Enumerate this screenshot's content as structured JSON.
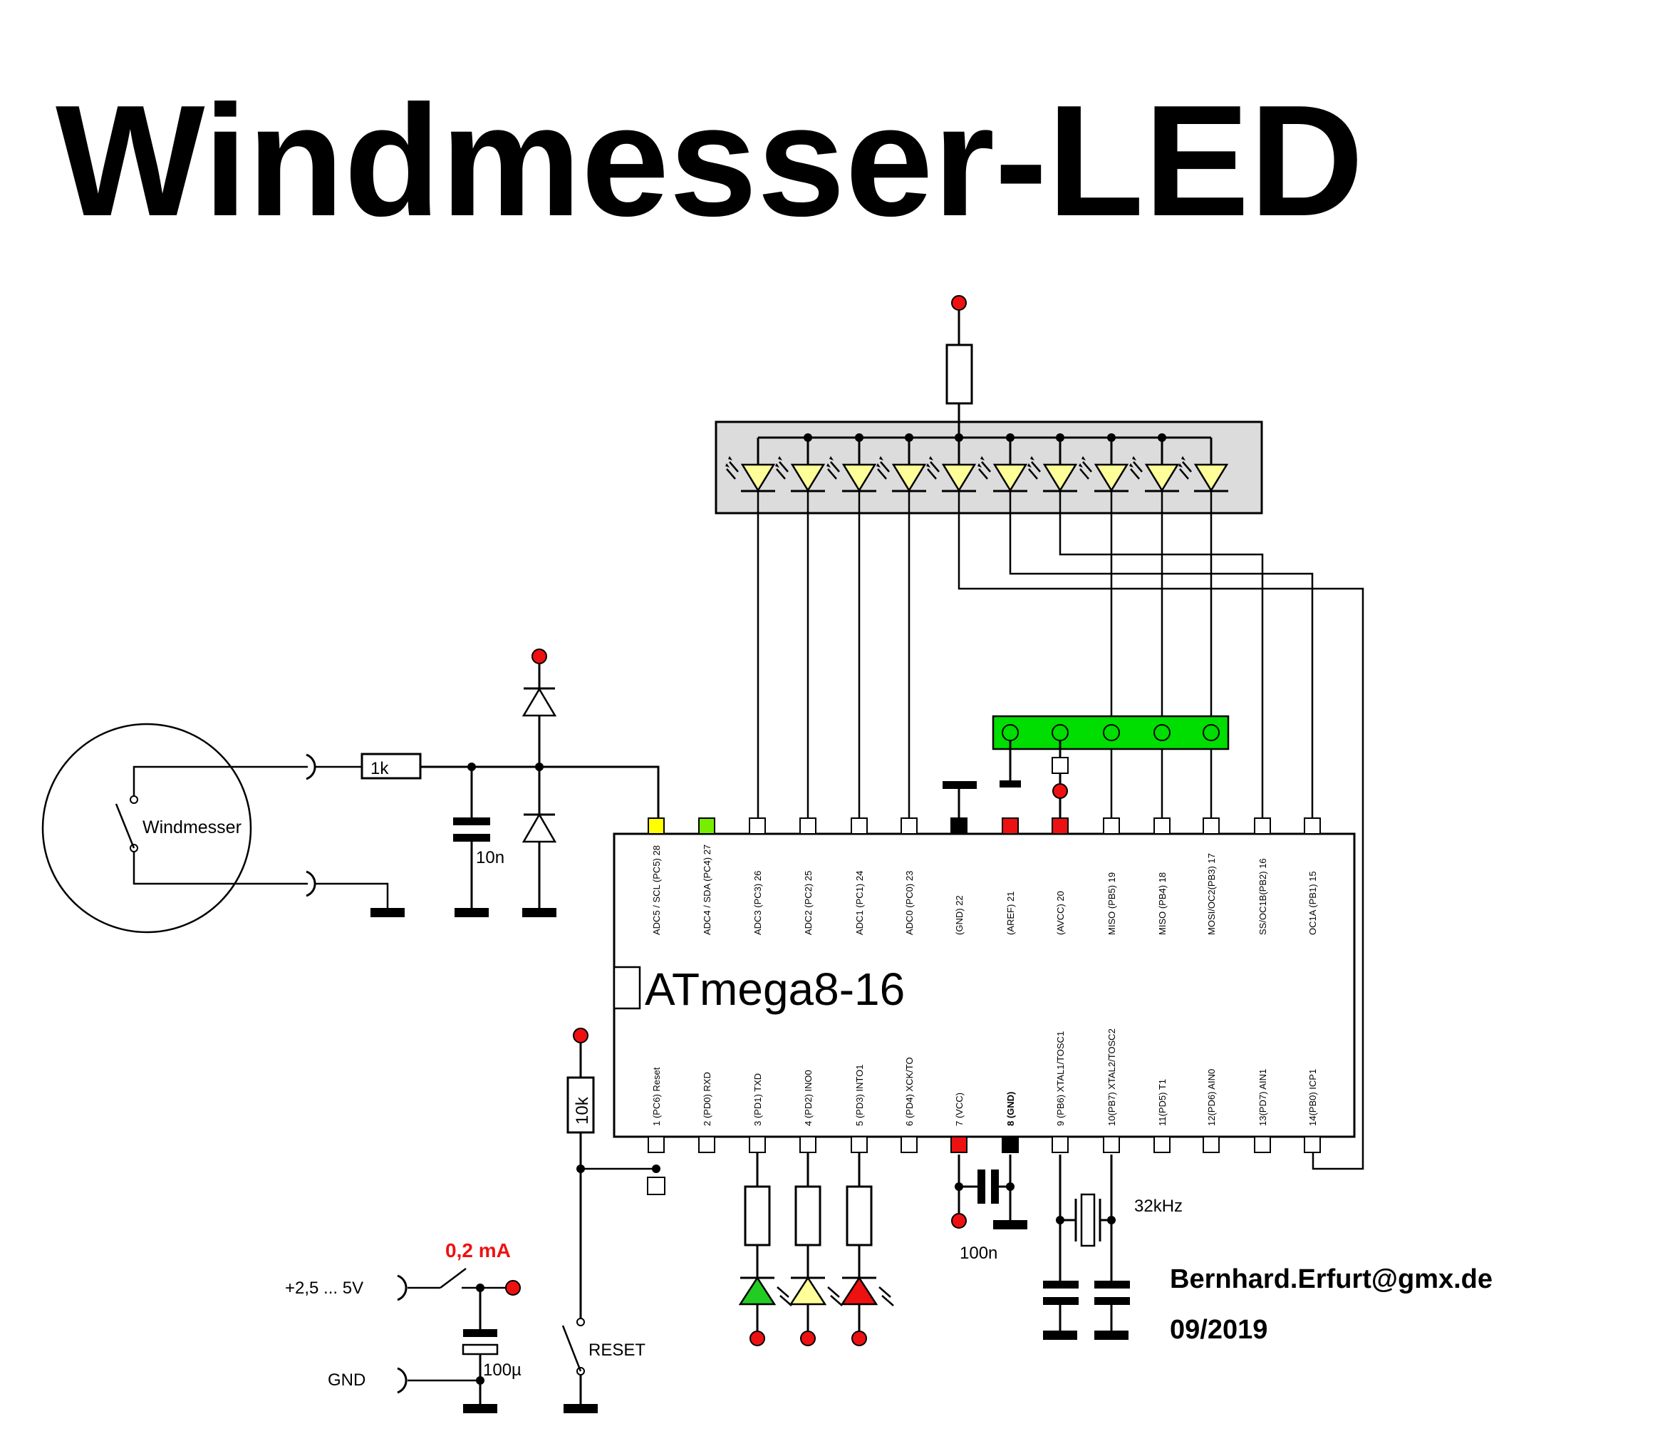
{
  "title": "Windmesser-LED",
  "chip": {
    "name": "ATmega8-16",
    "top_pins": [
      "ADC5 / SCL (PC5) 28",
      "ADC4 / SDA (PC4) 27",
      "ADC3 (PC3) 26",
      "ADC2 (PC2) 25",
      "ADC1 (PC1) 24",
      "ADC0 (PC0) 23",
      "(GND) 22",
      "(AREF) 21",
      "(AVCC) 20",
      "MISO (PB5) 19",
      "MISO (PB4) 18",
      "MOSI/OC2(PB3) 17",
      "SS/OC1B(PB2) 16",
      "OC1A (PB1) 15"
    ],
    "bottom_pins": [
      "1 (PC6) Reset",
      "2 (PD0) RXD",
      "3 (PD1) TXD",
      "4 (PD2) INO0",
      "5 (PD3) INTO1",
      "6 (PD4) XCK/TO",
      "7 (VCC)",
      "8 (GND)",
      "9 (PB6) XTAL1/TOSC1",
      "10(PB7) XTAL2/TOSC2",
      "11(PD5) T1",
      "12(PD6) AIN0",
      "13(PD7) AIN1",
      "14(PB0) ICP1"
    ]
  },
  "labels": {
    "windmesser": "Windmesser",
    "r_1k": "1k",
    "c_10n": "10n",
    "r_10k": "10k",
    "c_100n": "100n",
    "crystal": "32kHz",
    "current": "0,2 mA",
    "supply": "+2,5 ... 5V",
    "gnd": "GND",
    "c_100u": "100µ",
    "reset": "RESET"
  },
  "author": {
    "email": "Bernhard.Erfurt@gmx.de",
    "date": "09/2019"
  },
  "colors": {
    "supply_dot": "#ee1111",
    "led_yellow": "#ffff99",
    "led_green": "#22cc22",
    "led_red": "#ee1111",
    "led_bar_bg": "#dcdcdc",
    "connector": "#00dd00",
    "current_text": "#ee1111",
    "pin_pc5": "#ffff00",
    "pin_pc4": "#77ee00"
  }
}
